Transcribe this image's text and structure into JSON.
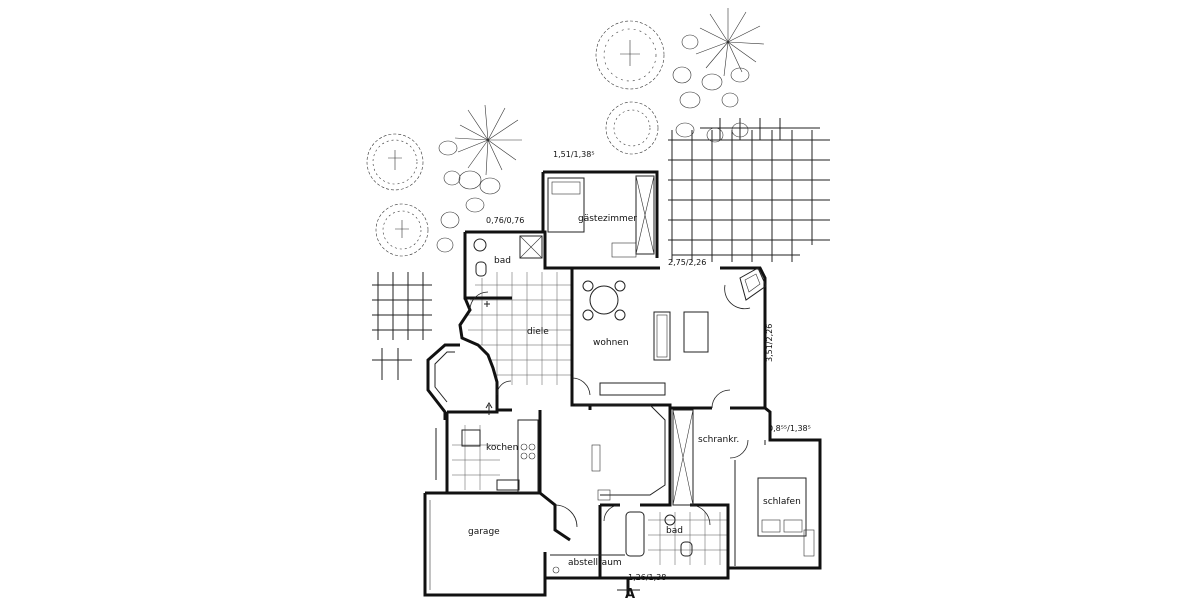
{
  "rooms": {
    "gaestezimmer": "gästezimmer",
    "bad_top": "bad",
    "diele": "diele",
    "wohnen": "wohnen",
    "kochen": "kochen",
    "schrankr": "schrankr.",
    "schlafen": "schlafen",
    "bad_bottom": "bad",
    "garage": "garage",
    "abstellraum": "abstellraum"
  },
  "dimensions": {
    "gaeste_window": "1,51/1,38⁵",
    "bad_window": "0,76/0,76",
    "terrace_window": "2,75/2,26",
    "wohnen_side_window": "3,51/2,26",
    "schlafen_window": "0,8⁵⁵/1,38⁵",
    "entrance_window": "1,26/1,38"
  },
  "section_marker": "A",
  "icons": [
    "tree-symbol",
    "palm-symbol",
    "stepping-stones",
    "paving-grid",
    "fireplace-symbol",
    "dining-table",
    "sofa",
    "bathtub",
    "toilet",
    "washbasin",
    "shower",
    "stove",
    "sink",
    "bed"
  ]
}
